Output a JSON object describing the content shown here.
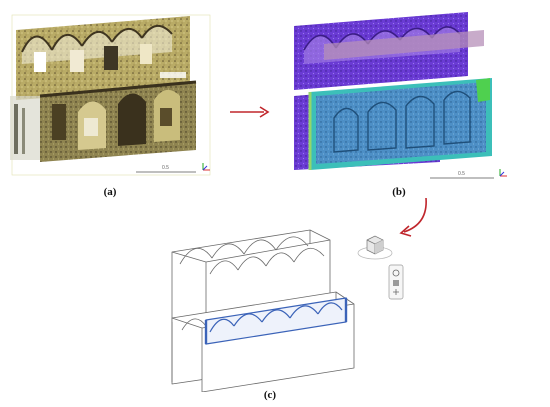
{
  "panels": {
    "a": {
      "caption": "(a)",
      "scale_label": "0.5"
    },
    "b": {
      "caption": "(b)",
      "scale_label": "0.5"
    },
    "c": {
      "caption": "(c)"
    }
  },
  "colors": {
    "arrow": "#c0262c",
    "pointcloud_stone": "#b7a862",
    "pointcloud_dark": "#4a3d22",
    "segment_purple": "#6f3cd6",
    "segment_pink": "#b68fb8",
    "segment_blue": "#4f92c9",
    "segment_cyan": "#3cbfb9",
    "segment_green": "#4fd04f",
    "bim_blue": "#3b63b8"
  },
  "icons": [
    "axis-triad-icon",
    "right-arrow-icon",
    "curved-arrow-icon",
    "cube-viewcube-icon",
    "navigation-bar-icon"
  ]
}
